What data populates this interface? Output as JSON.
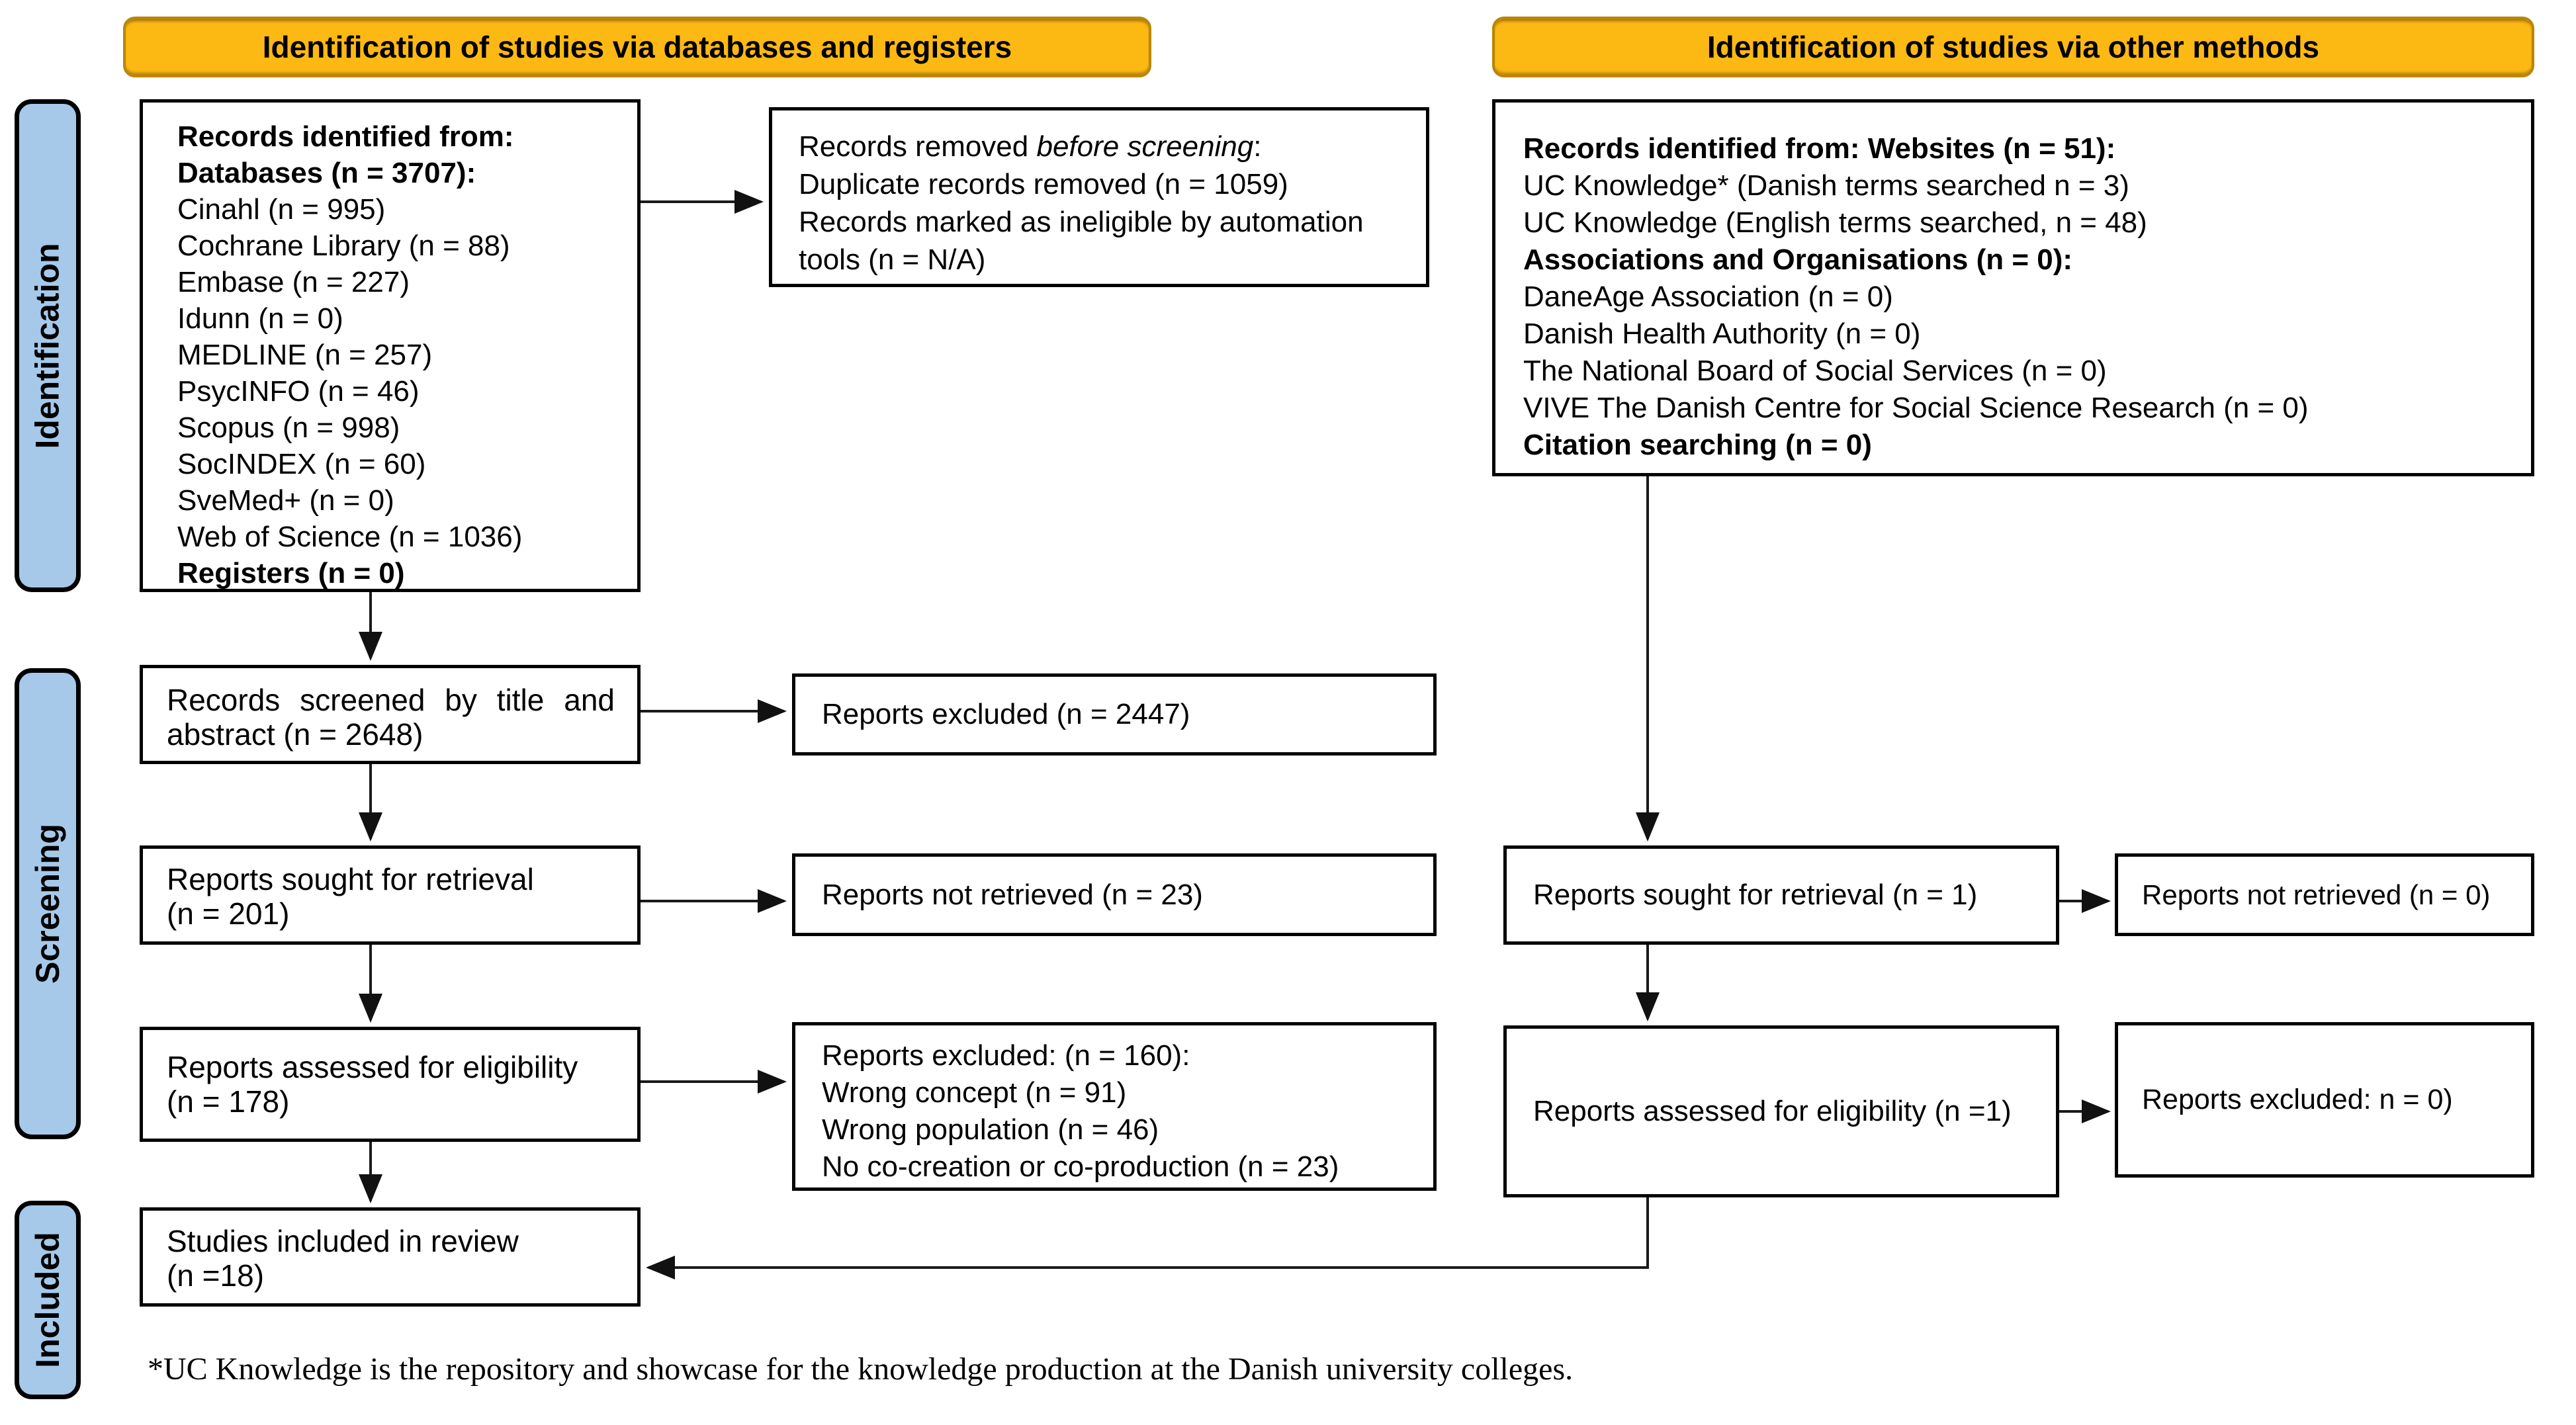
{
  "colors": {
    "header_bg": "#FDB913",
    "header_border": "#B9860B",
    "stage_bg": "#A6C9EA",
    "box_border": "#000000"
  },
  "headers": {
    "left": "Identification of studies via databases and registers",
    "right": "Identification of studies via other methods"
  },
  "stages": {
    "identification": "Identification",
    "screening": "Screening",
    "included": "Included"
  },
  "boxes": {
    "db_identified": {
      "title": "Records identified from:",
      "subtitle": "Databases (n = 3707):",
      "items": [
        "Cinahl (n = 995)",
        "Cochrane Library (n = 88)",
        "Embase (n = 227)",
        "Idunn (n = 0)",
        "MEDLINE (n = 257)",
        "PsycINFO (n = 46)",
        "Scopus (n = 998)",
        "SocINDEX (n = 60)",
        "SveMed+ (n = 0)",
        "Web of Science (n = 1036)"
      ],
      "footer": "Registers (n = 0)"
    },
    "records_removed": {
      "prefix": "Records removed ",
      "italic": "before screening",
      "suffix": ":",
      "items": [
        "Duplicate records removed (n = 1059)",
        "Records marked as ineligible by automation tools (n = N/A)"
      ]
    },
    "other_identified": {
      "title": "Records identified from: Websites (n = 51):",
      "items1": [
        "UC Knowledge* (Danish terms searched n = 3)",
        "UC Knowledge (English terms searched, n = 48)"
      ],
      "subtitle": "Associations and Organisations (n = 0):",
      "items2": [
        "DaneAge Association (n = 0)",
        "Danish Health Authority (n = 0)",
        "The National Board of Social Services (n = 0)",
        "VIVE The Danish Centre for Social Science Research (n = 0)"
      ],
      "footer": "Citation searching (n = 0)"
    },
    "records_screened": {
      "text": "Records screened by title and abstract (n = 2648)"
    },
    "reports_excluded_title_abstract": {
      "text": "Reports excluded (n = 2447)"
    },
    "reports_sought_db": {
      "text": "Reports sought for retrieval (n = 201)"
    },
    "reports_not_retrieved_db": {
      "text": "Reports not retrieved (n = 23)"
    },
    "reports_assessed_db": {
      "text": "Reports assessed for eligibility (n = 178)"
    },
    "reports_excluded_eligibility": {
      "title": "Reports excluded: (n = 160):",
      "items": [
        "Wrong concept (n = 91)",
        "Wrong population (n = 46)",
        "No co-creation or co-production (n = 23)"
      ]
    },
    "reports_sought_other": {
      "text": "Reports sought for retrieval (n = 1)"
    },
    "reports_not_retrieved_other": {
      "text": "Reports not retrieved (n = 0)"
    },
    "reports_assessed_other": {
      "text": "Reports assessed for eligibility (n =1)"
    },
    "reports_excluded_other": {
      "text": "Reports excluded: n = 0)"
    },
    "studies_included": {
      "text": "Studies included in review (n =18)"
    }
  },
  "footnote": "*UC Knowledge is the repository and showcase for the knowledge production at the Danish university colleges."
}
